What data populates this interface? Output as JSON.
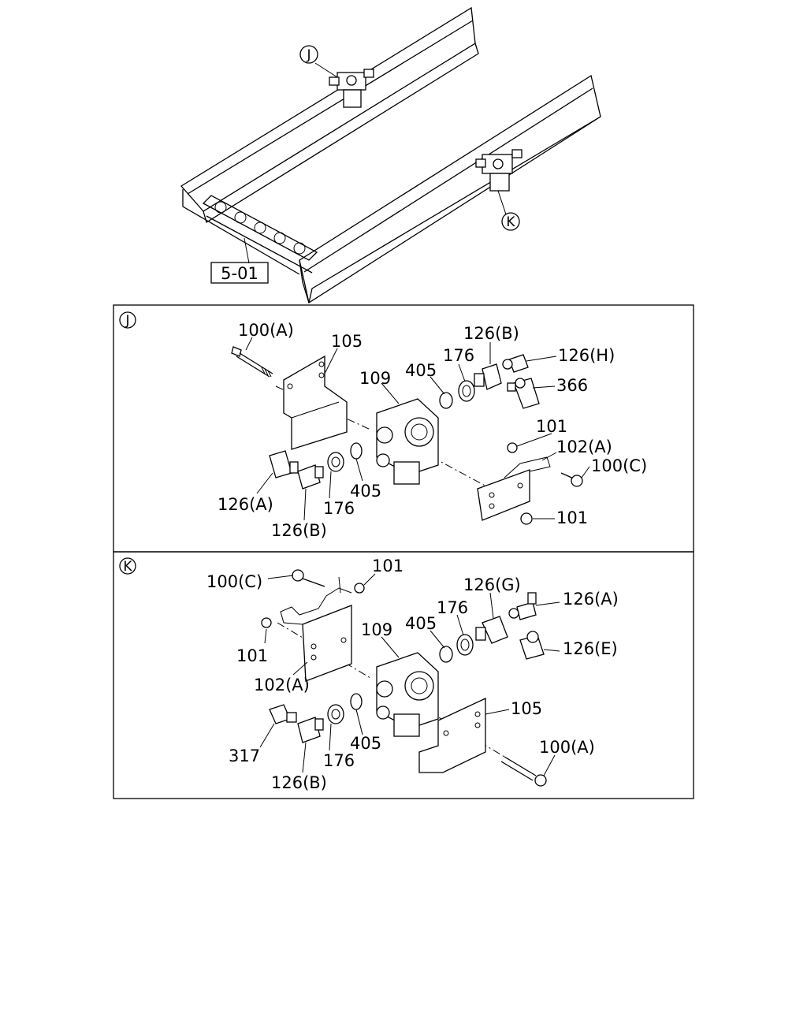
{
  "reference": {
    "label": "5-01"
  },
  "markers": {
    "j": "J",
    "k": "K"
  },
  "panel_j": {
    "marker": "J",
    "labels": {
      "bolt_a": "100(A)",
      "bracket_105": "105",
      "valve_109": "109",
      "oring_405_top": "405",
      "ring_176_top": "176",
      "elbow_126b_top": "126(B)",
      "elbow_126h": "126(H)",
      "tee_366": "366",
      "nut_101_top": "101",
      "bracket_102a": "102(A)",
      "bolt_100c": "100(C)",
      "elbow_126a": "126(A)",
      "elbow_126b_bottom": "126(B)",
      "ring_176_bottom": "176",
      "oring_405_bottom": "405",
      "nut_101_bottom": "101"
    }
  },
  "panel_k": {
    "marker": "K",
    "labels": {
      "bolt_100c": "100(C)",
      "nut_101_top": "101",
      "nut_101_left": "101",
      "bracket_102a": "102(A)",
      "valve_109": "109",
      "oring_405_top": "405",
      "ring_176_top": "176",
      "block_126g": "126(G)",
      "elbow_126a": "126(A)",
      "elbow_126e": "126(E)",
      "bracket_105": "105",
      "bolt_100a": "100(A)",
      "fitting_317": "317",
      "elbow_126b": "126(B)",
      "ring_176_bottom": "176",
      "oring_405_bottom": "405"
    }
  }
}
